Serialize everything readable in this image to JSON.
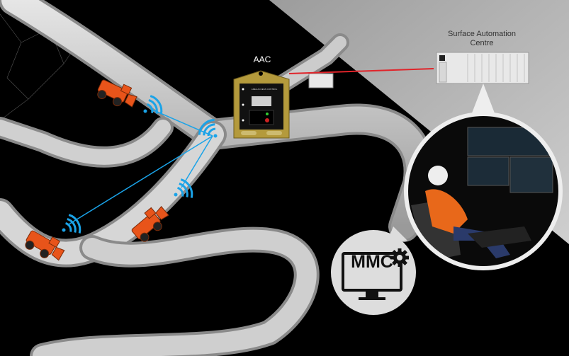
{
  "labels": {
    "aac": "AAC",
    "surface_centre_line1": "Surface Automation",
    "surface_centre_line2": "Centre",
    "mmc": "MMC",
    "aac_panel_title": "AREA ACCESS CONTROL"
  },
  "colors": {
    "background": "#000000",
    "surface": "#b8b8b8",
    "tunnel": "#d4d4d4",
    "wireless": "#1aa3e8",
    "link_red": "#e0242a",
    "vehicle": "#e8541a",
    "aac_frame": "#b49a3c"
  },
  "icons": [
    "wifi-icon",
    "gear-icon",
    "monitor-icon",
    "loader-vehicle-icon",
    "control-panel-icon",
    "container-building-icon"
  ]
}
